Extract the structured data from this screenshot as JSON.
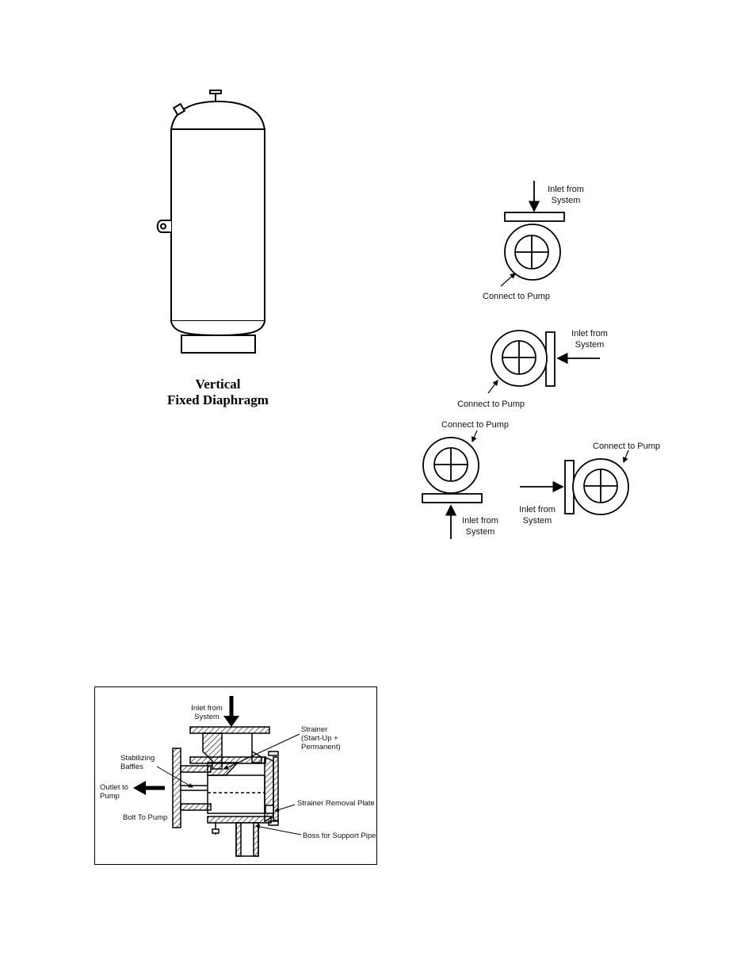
{
  "tank": {
    "caption_line1": "Vertical",
    "caption_line2": "Fixed Diaphragm"
  },
  "orientations": {
    "top": {
      "inlet_line1": "Inlet from",
      "inlet_line2": "System",
      "connect": "Connect to Pump"
    },
    "right": {
      "inlet_line1": "Inlet from",
      "inlet_line2": "System",
      "connect": "Connect to Pump"
    },
    "bottom": {
      "inlet_line1": "Inlet from",
      "inlet_line2": "System",
      "connect": "Connect to Pump"
    },
    "left": {
      "inlet_line1": "Inlet from",
      "inlet_line2": "System",
      "connect": "Connect to Pump"
    }
  },
  "strainer": {
    "inlet_line1": "Inlet from",
    "inlet_line2": "System",
    "strainer_line1": "Strainer",
    "strainer_line2": "(Start-Up +",
    "strainer_line3": "Permanent)",
    "baffles_line1": "Stabilizing",
    "baffles_line2": "Baffles",
    "outlet_line1": "Outlet to",
    "outlet_line2": "Pump",
    "bolt": "Bolt To Pump",
    "removal_plate": "Strainer Removal Plate",
    "boss": "Boss for Support Pipe"
  }
}
